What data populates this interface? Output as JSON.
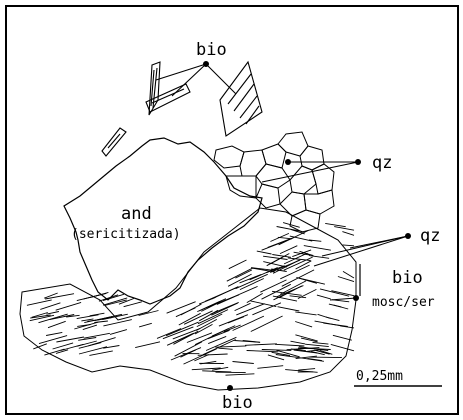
{
  "labels": {
    "bio_top": "bio",
    "qz_upper": "qz",
    "and": "and",
    "and_note": "(sericitizada)",
    "qz_right": "qz",
    "bio_right": "bio",
    "mosc_ser": "mosc/ser",
    "scale": "0,25mm",
    "bio_bottom": "bio"
  },
  "colors": {
    "ink": "#000000",
    "paper": "#ffffff"
  }
}
